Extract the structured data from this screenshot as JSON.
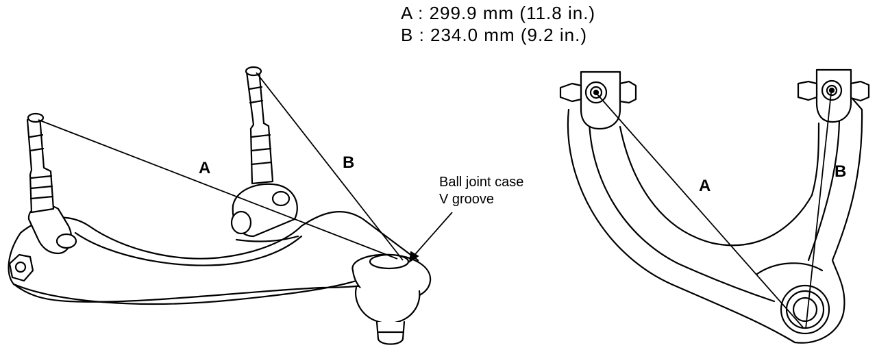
{
  "specs": {
    "a": "A : 299.9 mm (11.8 in.)",
    "b": "B : 234.0 mm (9.2 in.)"
  },
  "callout": {
    "line1": "Ball joint case",
    "line2": "V groove"
  },
  "labels": {
    "left_a": "A",
    "left_b": "B",
    "right_a": "A",
    "right_b": "B"
  }
}
